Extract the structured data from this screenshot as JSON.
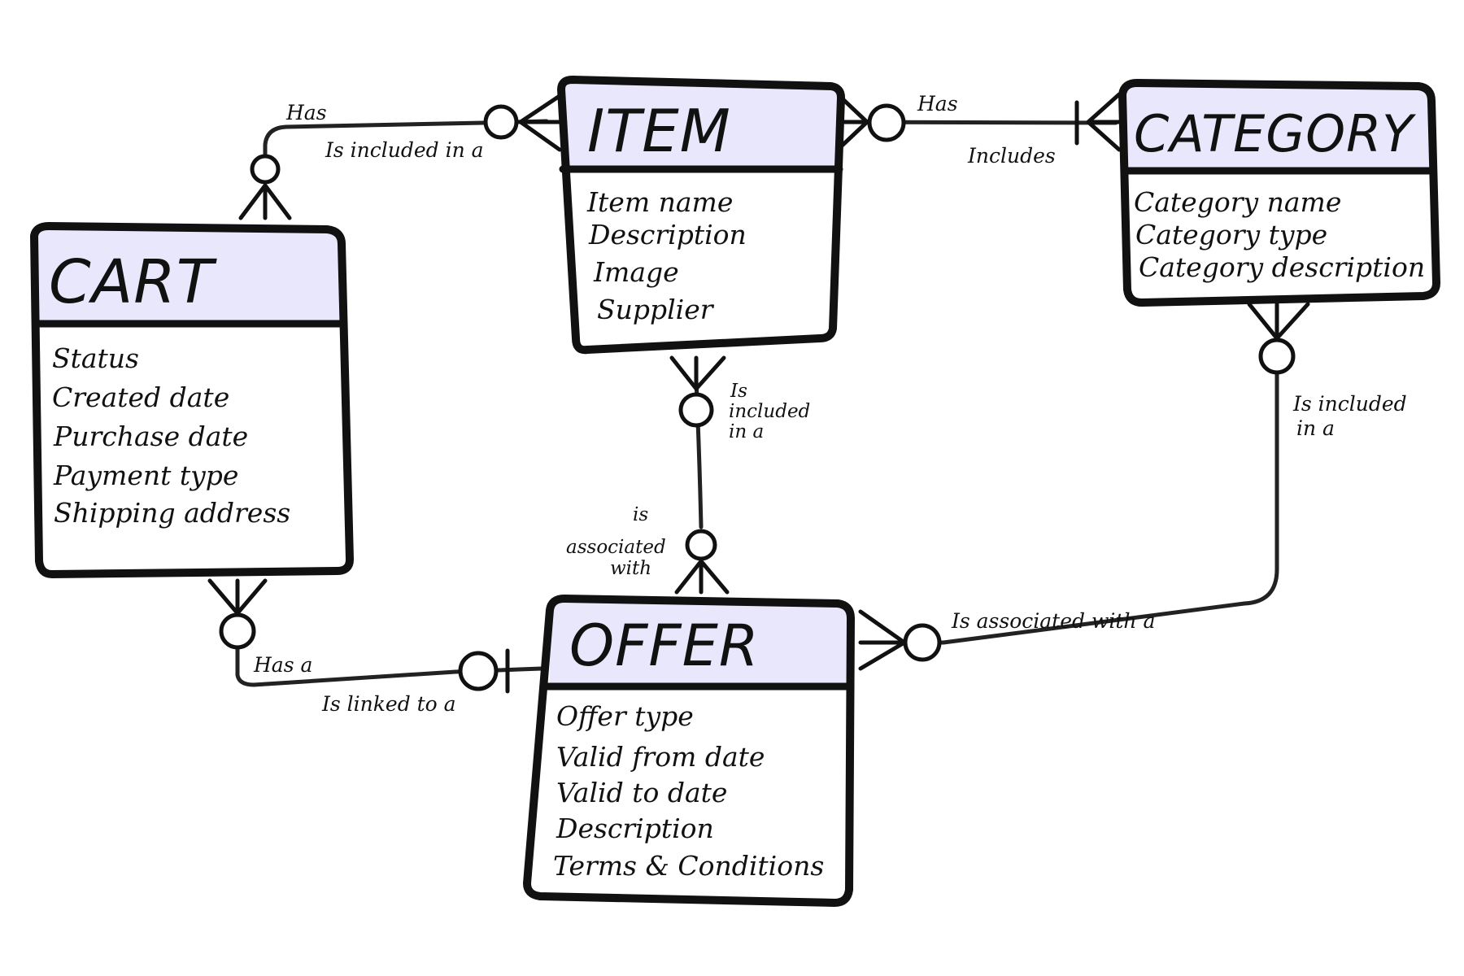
{
  "colors": {
    "header_fill": "#e9e7fb",
    "ink": "#111111"
  },
  "entities": {
    "cart": {
      "title": "CART",
      "attributes": [
        "Status",
        "Created date",
        "Purchase date",
        "Payment type",
        "Shipping address"
      ]
    },
    "item": {
      "title": "ITEM",
      "attributes": [
        "Item name",
        "Description",
        "Image",
        "Supplier"
      ]
    },
    "category": {
      "title": "CATEGORY",
      "attributes": [
        "Category name",
        "Category type",
        "Category description"
      ]
    },
    "offer": {
      "title": "OFFER",
      "attributes": [
        "Offer type",
        "Valid from date",
        "Valid to date",
        "Description",
        "Terms & Conditions"
      ]
    }
  },
  "relationships": {
    "cart_item": {
      "top": "Has",
      "bottom": "Is included in a"
    },
    "item_category": {
      "top": "Has",
      "bottom": "Includes"
    },
    "item_offer": {
      "upper": [
        "Is",
        "included",
        "in a"
      ],
      "lower": [
        "is",
        "associated",
        "with"
      ]
    },
    "category_offer": {
      "upper": [
        "Is included",
        "in a"
      ],
      "lower": "Is associated with a"
    },
    "cart_offer": {
      "top": "Has a",
      "bottom": "Is linked to a"
    }
  }
}
